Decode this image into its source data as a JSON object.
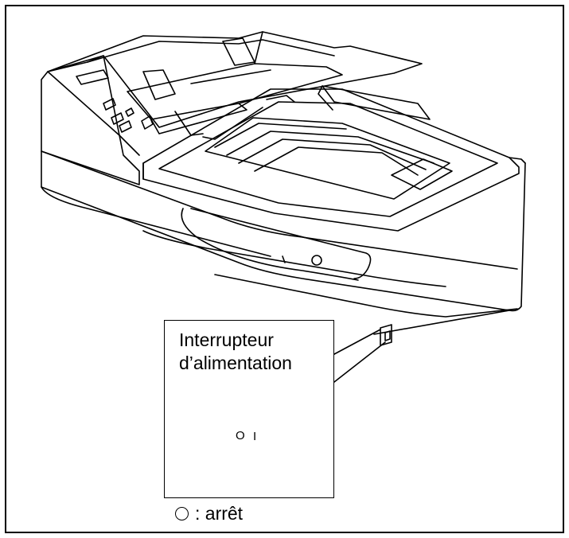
{
  "callout": {
    "line1": "Interrupteur",
    "line2": "d’alimentation"
  },
  "switch": {
    "off_symbol": "O",
    "on_symbol": "I"
  },
  "legend": {
    "text": ": arrêt",
    "symbol": "circle-icon"
  },
  "colors": {
    "line": "#000000",
    "background": "#ffffff"
  }
}
